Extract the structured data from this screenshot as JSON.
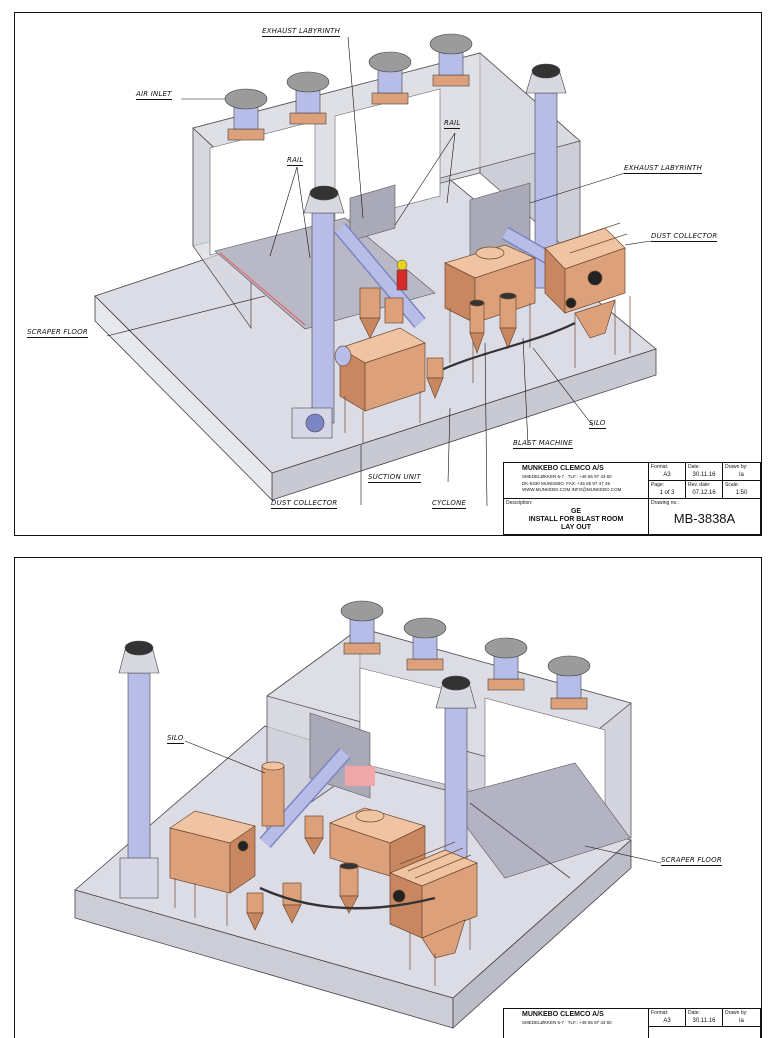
{
  "top_sheet": {
    "labels": {
      "exhaust_labyrinth_top": "EXHAUST LABYRINTH",
      "air_inlet": "AIR INLET",
      "rail_left": "RAIL",
      "rail_right": "RAIL",
      "exhaust_labyrinth_right": "EXHAUST LABYRINTH",
      "dust_collector_right": "DUST COLLECTOR",
      "scraper_floor": "SCRAPER FLOOR",
      "silo": "SILO",
      "blast_machine": "BLAST MACHINE",
      "suction_unit": "SUCTION UNIT",
      "dust_collector_bottom": "DUST COLLECTOR",
      "cyclone": "CYCLONE"
    },
    "title_block": {
      "company": "MUNKEBO CLEMCO A/S",
      "address_line1": "SMEDELØKKEN 5-7",
      "address_line2": "DK-5330 MUNKEBO",
      "address_line3": "WWW.MUNKEBO.COM",
      "tel": "TLF.: +45 65 97 43 60",
      "fax": "FAX: +45 65 97 47 45",
      "email": "INFO@MUNKEBO.COM",
      "format_label": "Format:",
      "format_value": "A3",
      "date_label": "Date:",
      "date_value": "30.11.16",
      "drawn_label": "Drawn by:",
      "drawn_value": "la",
      "page_label": "Page:",
      "page_value": "1  of  3",
      "rev_label": "Rev. date:",
      "rev_value": "07.12.16",
      "scale_label": "Scale:",
      "scale_value": "1:50",
      "desc_label": "Description:",
      "desc_line1": "GE",
      "desc_line2": "INSTALL FOR BLAST ROOM",
      "desc_line3": "LAY OUT",
      "drawing_label": "Drawing no.:",
      "drawing_no": "MB-3838A"
    }
  },
  "bottom_sheet": {
    "labels": {
      "silo": "SILO",
      "scraper_floor": "SCRAPER FLOOR"
    },
    "title_block": {
      "company": "MUNKEBO CLEMCO A/S",
      "address_line1": "SMEDELØKKEN 5-7",
      "tel": "TLF.: +45 65 97 43 60",
      "format_label": "Format:",
      "format_value": "A3",
      "date_label": "Date:",
      "date_value": "30.11.16",
      "drawn_label": "Drawn by:",
      "drawn_value": "la"
    }
  },
  "colors": {
    "copper": "#dca07a",
    "copper_dark": "#a86a44",
    "duct": "#b7bde6",
    "duct_dark": "#7d86c4",
    "floor": "#d9d9e3",
    "glass": "#c6c6d2",
    "cap": "#9a9a9a"
  }
}
